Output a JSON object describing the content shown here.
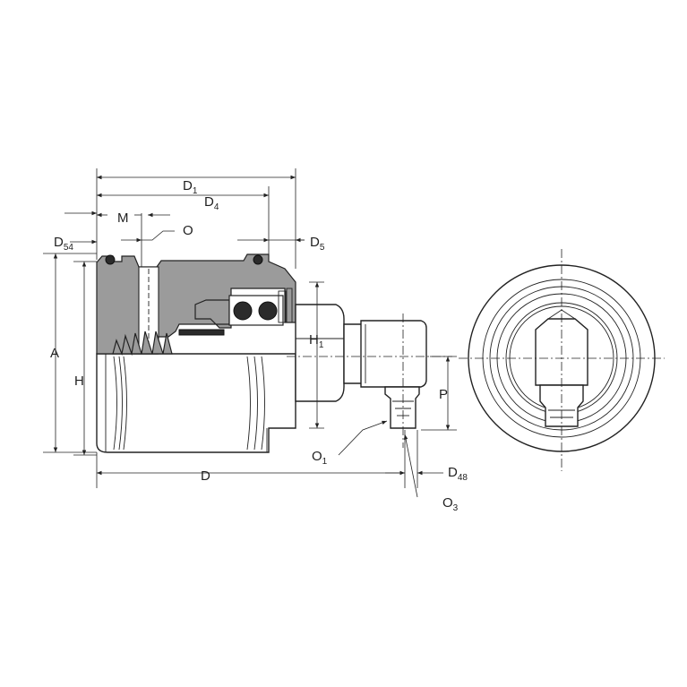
{
  "labels": {
    "D1": {
      "main": "D",
      "sub": "1"
    },
    "D4": {
      "main": "D",
      "sub": "4"
    },
    "M": {
      "main": "M"
    },
    "O": {
      "main": "O"
    },
    "D54": {
      "main": "D",
      "sub": "54"
    },
    "D5": {
      "main": "D",
      "sub": "5"
    },
    "A": {
      "main": "A"
    },
    "H": {
      "main": "H"
    },
    "H1": {
      "main": "H",
      "sub": "1"
    },
    "P": {
      "main": "P"
    },
    "O1": {
      "main": "O",
      "sub": "1"
    },
    "D": {
      "main": "D"
    },
    "D48": {
      "main": "D",
      "sub": "48"
    },
    "O3": {
      "main": "O",
      "sub": "3"
    }
  }
}
